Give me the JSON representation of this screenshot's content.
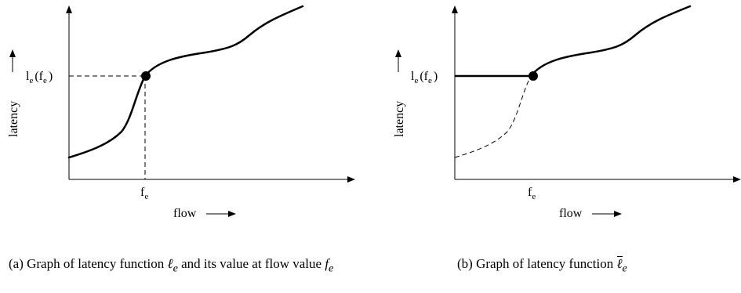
{
  "panel_a": {
    "ylabel": "latency",
    "y_tick": {
      "base": "l",
      "sub": "e",
      "arg_base": "f",
      "arg_sub": "e"
    },
    "x_tick": {
      "base": "f",
      "sub": "e"
    },
    "xlabel": "flow"
  },
  "panel_b": {
    "ylabel": "latency",
    "y_tick": {
      "base": "l",
      "sub": "e",
      "arg_base": "f",
      "arg_sub": "e"
    },
    "x_tick": {
      "base": "f",
      "sub": "e"
    },
    "xlabel": "flow"
  },
  "captions": {
    "a": {
      "prefix": "(a) Graph of latency function ",
      "sym1": "ℓ",
      "sub1": "e",
      "middle": " and its value at flow value ",
      "sym2": "f",
      "sub2": "e"
    },
    "b": {
      "prefix": "(b) Graph of latency function ",
      "sym1": "ℓ",
      "sub1": "e"
    }
  },
  "colors": {
    "ink": "#000000",
    "background": "#ffffff"
  }
}
